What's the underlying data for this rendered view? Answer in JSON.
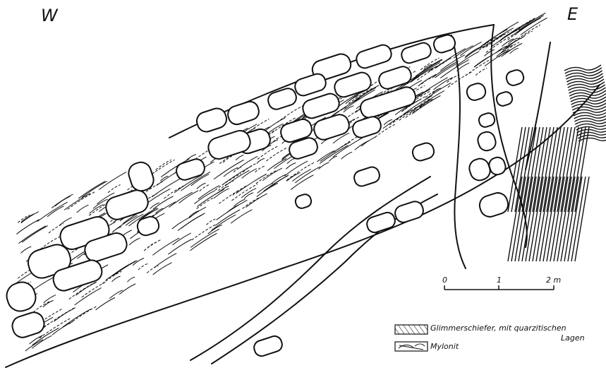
{
  "orientation": {
    "west": "W",
    "east": "E"
  },
  "scale_bar": {
    "ticks": [
      "0",
      "1",
      "2 m"
    ]
  },
  "legend": {
    "items": [
      {
        "line1": "Glimmerschiefer, mit quarzitischen",
        "line2": "Lagen",
        "pattern": "mica-schist-hatch"
      },
      {
        "line1": "Mylonit",
        "line2": "",
        "pattern": "mylonite-lenses"
      }
    ]
  },
  "colors": {
    "ink": "#111111",
    "paper": "#ffffff"
  }
}
